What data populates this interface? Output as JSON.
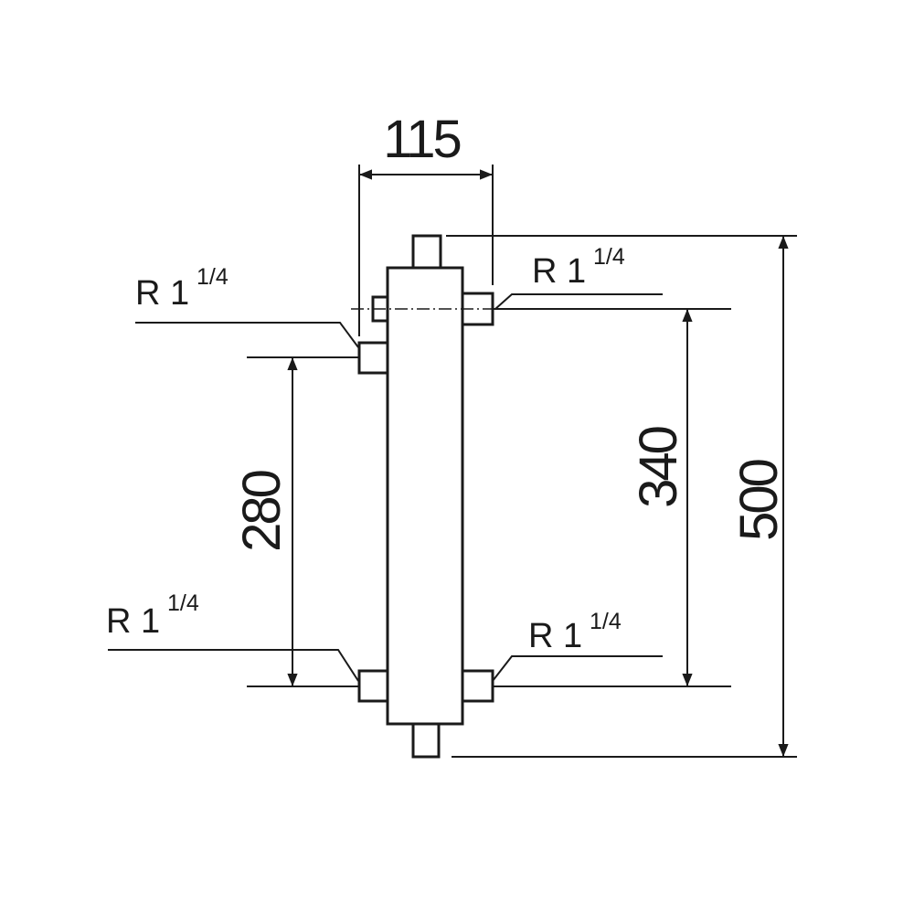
{
  "dimensions": {
    "width": "115",
    "height_total": "500",
    "distance_right_ports": "340",
    "distance_left_ports": "280"
  },
  "thread_labels": {
    "left_upper": {
      "prefix": "R 1",
      "fraction": "1/4"
    },
    "right_upper": {
      "prefix": "R 1",
      "fraction": "1/4"
    },
    "left_lower": {
      "prefix": "R 1",
      "fraction": "1/4"
    },
    "right_lower": {
      "prefix": "R 1",
      "fraction": "1/4"
    }
  },
  "colors": {
    "line": "#1a1a1a",
    "background": "#ffffff"
  }
}
